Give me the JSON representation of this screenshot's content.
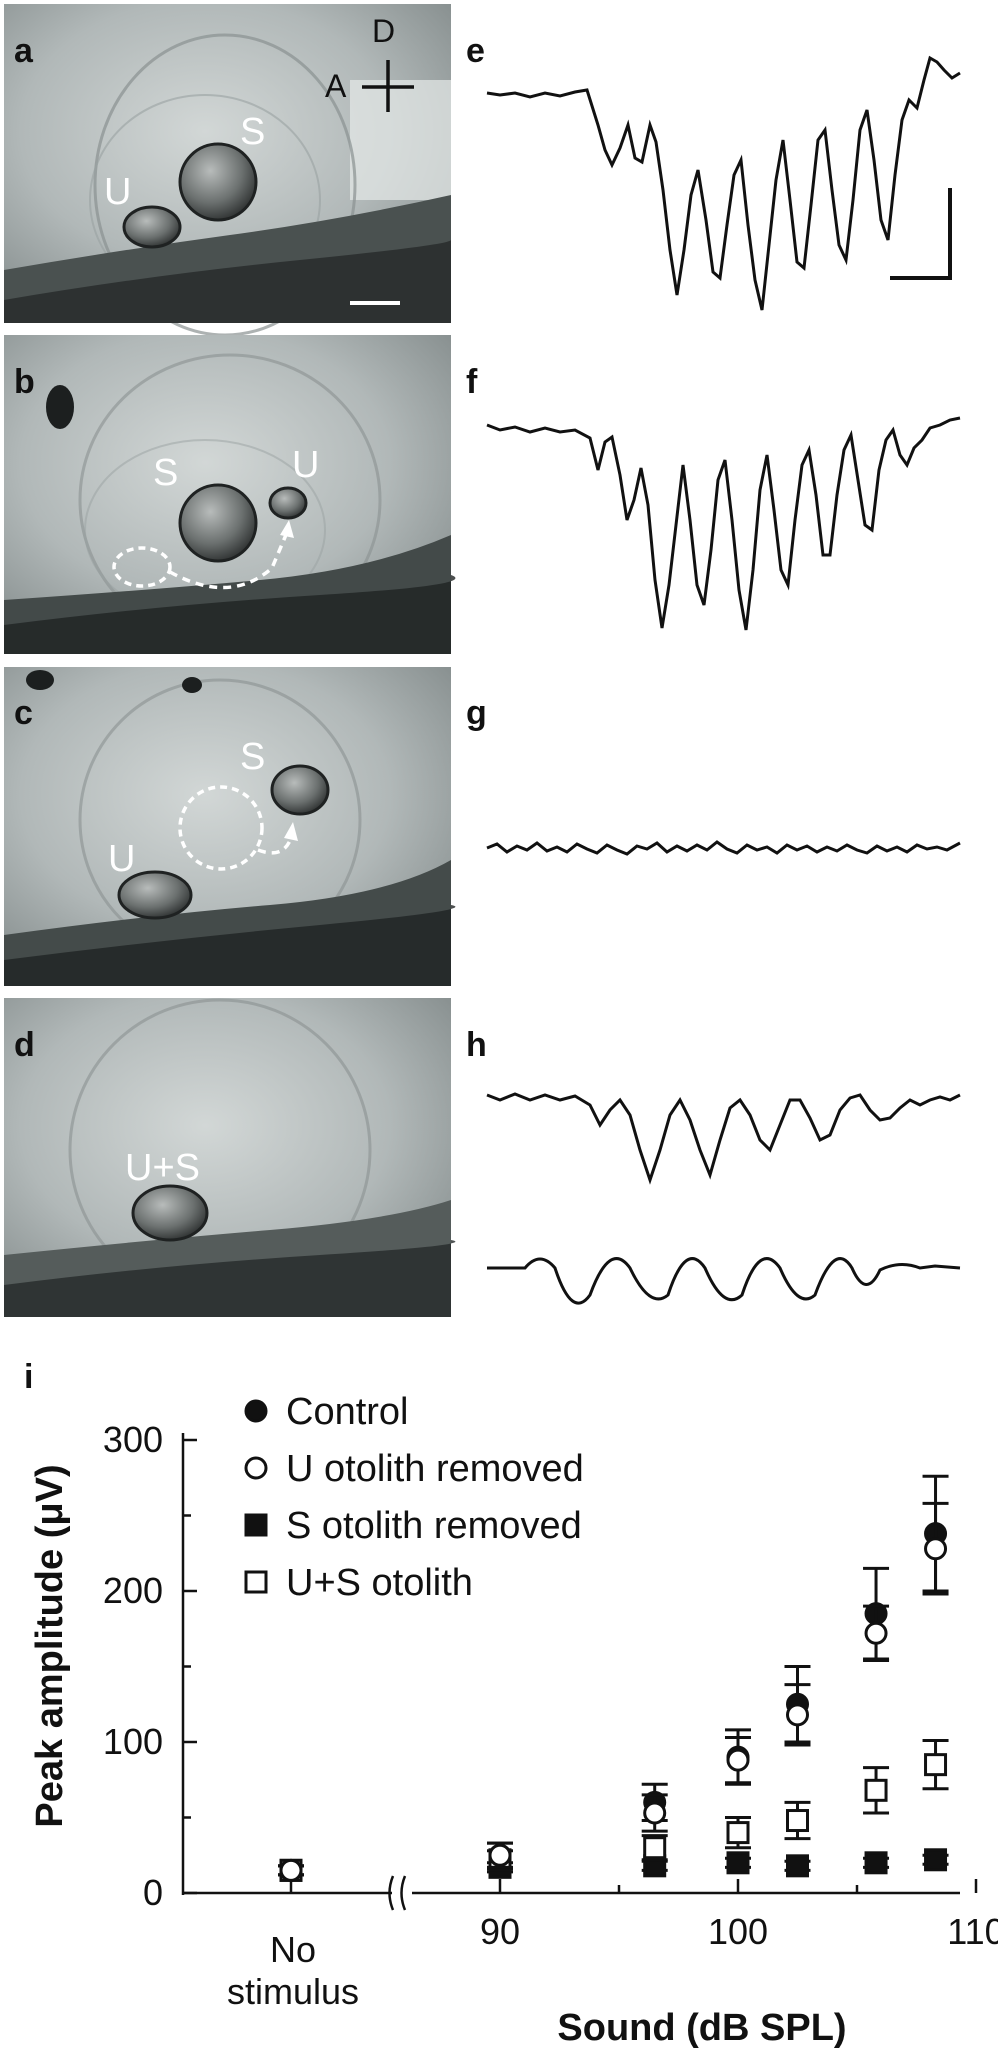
{
  "panels": [
    {
      "letter": "a",
      "labels": [
        "U",
        "S"
      ],
      "axes": [
        "D",
        "A"
      ]
    },
    {
      "letter": "b",
      "labels": [
        "S",
        "U"
      ]
    },
    {
      "letter": "c",
      "labels": [
        "S",
        "U"
      ]
    },
    {
      "letter": "d",
      "labels": [
        "U+S"
      ]
    }
  ],
  "trace_letters": [
    "e",
    "f",
    "g",
    "h"
  ],
  "chart_data": {
    "type": "scatter",
    "panel_letter": "i",
    "xlabel": "Sound (dB SPL)",
    "ylabel": "Peak amplitude (μV)",
    "ylim": [
      0,
      300
    ],
    "xlim": [
      87,
      111
    ],
    "x_ticks": [
      90,
      100,
      110
    ],
    "y_ticks": [
      0,
      100,
      200,
      300
    ],
    "baseline_label": [
      "No",
      "stimulus"
    ],
    "axis_break": true,
    "grid": false,
    "legend_position": "top-left",
    "series": [
      {
        "name": "Control",
        "marker": "filled-circle",
        "x": [
          90,
          96.5,
          100,
          102.5,
          105.8,
          108.3
        ],
        "y": [
          25,
          60,
          90,
          125,
          185,
          238
        ],
        "err": [
          8,
          12,
          18,
          25,
          30,
          38
        ],
        "baseline": {
          "y": 15,
          "err": 3
        }
      },
      {
        "name": "U otolith removed",
        "marker": "open-circle",
        "x": [
          90,
          96.5,
          100,
          102.5,
          105.8,
          108.3
        ],
        "y": [
          25,
          53,
          88,
          118,
          172,
          228
        ],
        "err": [
          8,
          12,
          15,
          20,
          18,
          30
        ],
        "baseline": {
          "y": 15,
          "err": 3
        }
      },
      {
        "name": "S otolith removed",
        "marker": "filled-square",
        "x": [
          90,
          96.5,
          100,
          102.5,
          105.8,
          108.3
        ],
        "y": [
          17,
          18,
          20,
          18,
          20,
          22
        ],
        "err": [
          3,
          3,
          3,
          3,
          3,
          3
        ],
        "baseline": {
          "y": 15,
          "err": 3
        }
      },
      {
        "name": "U+S otolith",
        "marker": "open-square",
        "x": [
          90,
          96.5,
          100,
          102.5,
          105.8,
          108.3
        ],
        "y": [
          22,
          30,
          40,
          48,
          68,
          85
        ],
        "err": [
          6,
          8,
          10,
          12,
          15,
          16
        ],
        "baseline": {
          "y": 15,
          "err": 3
        }
      }
    ]
  }
}
